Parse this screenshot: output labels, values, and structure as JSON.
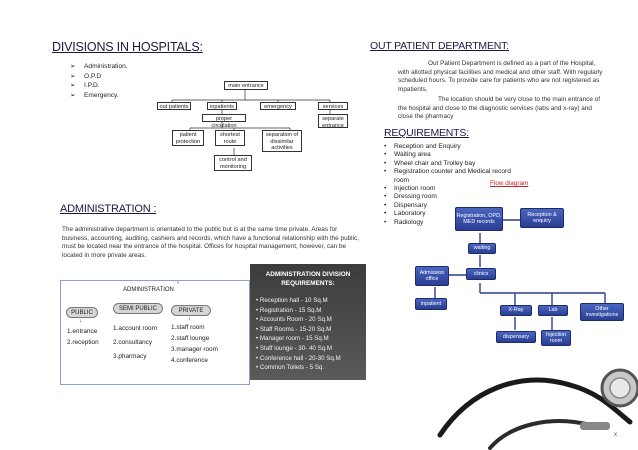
{
  "left": {
    "title": "DIVISIONS IN HOSPITALS:",
    "divisions": [
      "Administration.",
      "O.P.D",
      "I.P.D.",
      "Emergency."
    ],
    "diagram": {
      "main_entrance": "main entrance",
      "out_patients": "out patients",
      "inpatients": "inpatients",
      "emergency": "emergency",
      "services": "services",
      "proper_circulation": "proper circulation",
      "separate_entrance": "separate entrance",
      "patient_protection": "patient protection",
      "shortest_route": "shortest route",
      "separation": "separation of dissimilar activities",
      "control": "control and monitoring"
    },
    "admin_title": "ADMINISTRATION :",
    "admin_text": "The administrative department is orientated to the public but is at the same time private. Areas for business, accounting, auditing, cashiers and records, which have a functional relationship with the public, must be located near the entrance of the hospital. Offices for hospital management, however, can be located in more private areas.",
    "admin_chart": {
      "root": "ADMINISTRATION",
      "public": "PUBLIC",
      "semi_public": "SEMI PUBLIC",
      "private": "PRIVATE",
      "public_items": [
        "1.entrance",
        "2.reception"
      ],
      "semi_items": [
        "1.account room",
        "2.consultancy",
        "3.pharmacy"
      ],
      "private_items": [
        "1.staff room",
        "2.staff lounge",
        "3.manager room",
        "4.conference"
      ]
    },
    "req_panel": {
      "title_line1": "ADMINISTRATION DIVISION",
      "title_line2": "REQUIREMENTS:",
      "items": [
        "Reception hall  - 10 Sq.M",
        "Registration      - 15 Sq.M",
        "Accounts Room  - 20 Sq.M",
        "Staff Rooms        - 15-20 Sq.M",
        "Manager room    - 15 Sq.M",
        "Staff lounge        - 30- 40 Sq.M",
        "Conference hall   - 20-30  Sq.M",
        "Common Toilets   - 5 Sq."
      ]
    }
  },
  "right": {
    "title": "OUT PATIENT DEPARTMENT:",
    "opd_text_1": "Out Patient Department is defined as a part of the Hospital, with allotted physical facilities and medical and other staff. With regularly scheduled hours. To provide care for patients who are not registered as Inpatients.",
    "opd_text_2": "The location should be very close to the main entrance of the hospital and close to the diagnostic services (labs and x-ray) and close the pharmacy",
    "req_title": "REQUIREMENTS:",
    "requirements": [
      "Reception and Enquiry",
      "Waiting area",
      "Wheel chair and Trolley bay",
      "Registration counter and Medical record room",
      "Injection room",
      "Dressing room",
      "Dispensary",
      "Laboratory",
      "Radiology"
    ],
    "flow_label": "Flow diagram",
    "flow": {
      "registration": "Registration, OPD, MED records",
      "reception": "Reception & enquiry",
      "waiting": "waiting",
      "admission": "Admission office",
      "clinics": "clinics",
      "inpatient": "inpatient",
      "xray": "X-Ray",
      "lab": "Lab",
      "other": "Other investigations",
      "dispensary": "dispensary",
      "injection": "Injection room"
    },
    "page_mark": "x"
  },
  "colors": {
    "heading": "#1a1a40",
    "flow_box": "#3a52ad",
    "flow_label": "#cc2222",
    "panel": "#4a4a4a"
  }
}
